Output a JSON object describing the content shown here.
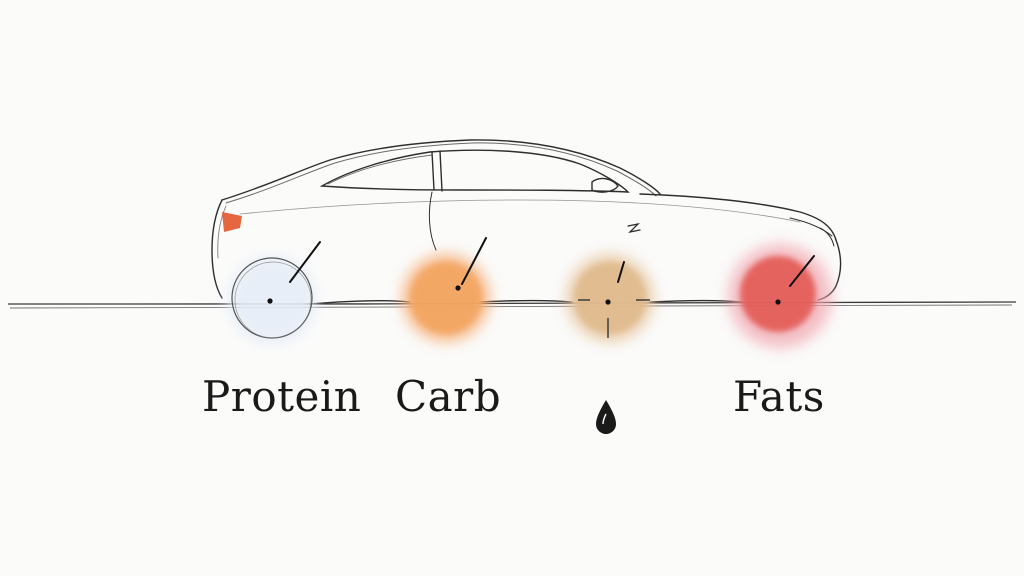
{
  "labels": {
    "protein": "Protein",
    "carb": "Carb",
    "fats": "Fats"
  },
  "colors": {
    "ink": "#2a2a2a",
    "protein_wash": "#e8eef6",
    "carb_wash": "#f3a45f",
    "middle_wash": "#dfb98b",
    "fats_wash": "#e45a55",
    "tail_light": "#e2552a"
  },
  "icons": {
    "middle_marker": "drop-icon"
  }
}
